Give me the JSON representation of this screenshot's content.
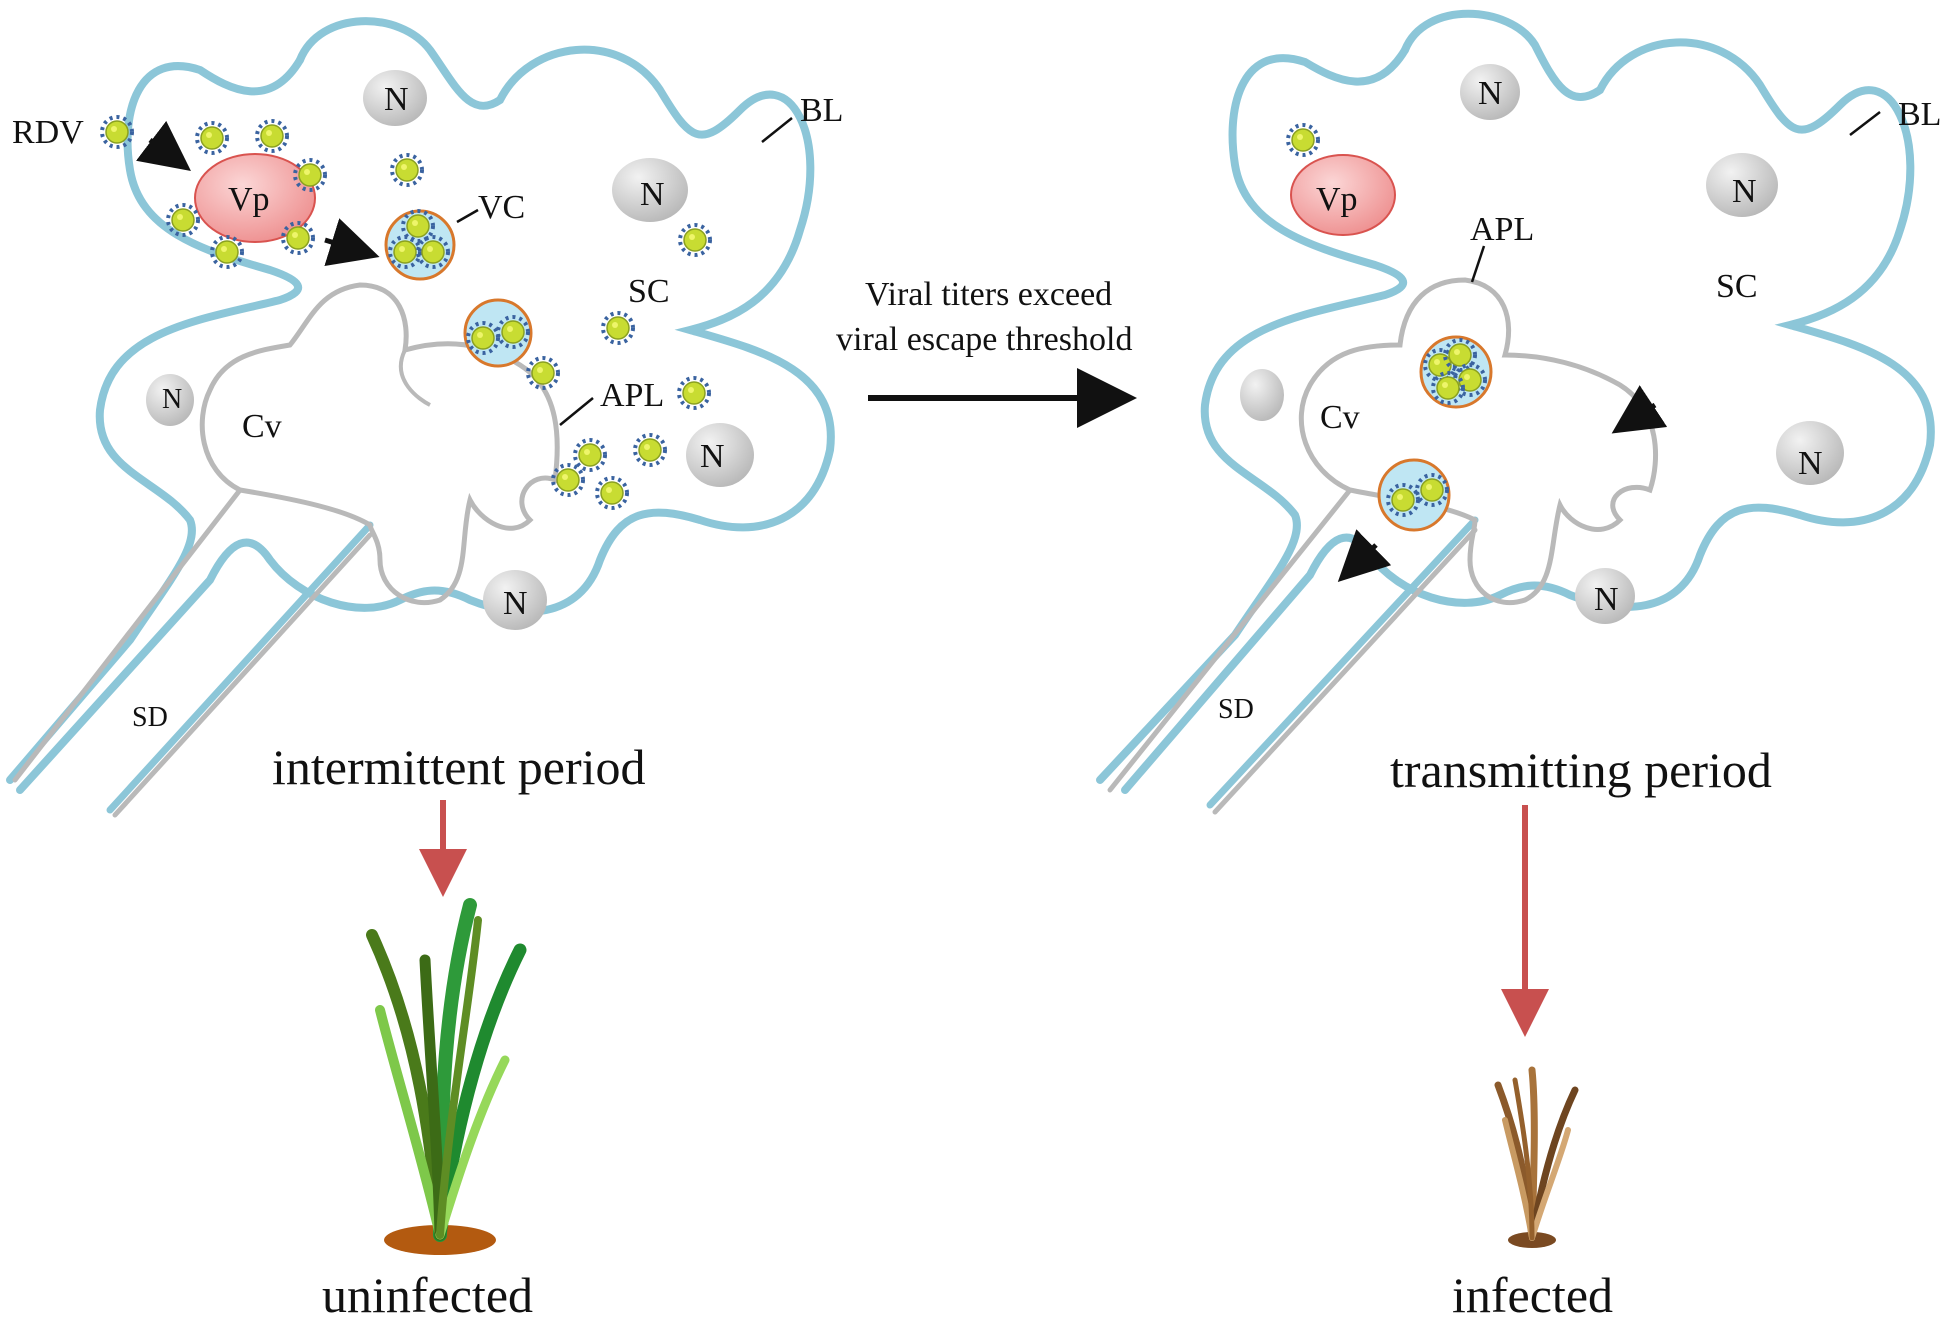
{
  "left_panel": {
    "labels": {
      "rdv": "RDV",
      "vp": "Vp",
      "vc": "VC",
      "bl": "BL",
      "sc": "SC",
      "apl": "APL",
      "cv": "Cv",
      "sd": "SD",
      "n": "N"
    },
    "period_title": "intermittent period",
    "plant_status": "uninfected"
  },
  "right_panel": {
    "labels": {
      "vp": "Vp",
      "bl": "BL",
      "sc": "SC",
      "apl": "APL",
      "cv": "Cv",
      "sd": "SD",
      "n": "N"
    },
    "period_title": "transmitting period",
    "plant_status": "infected"
  },
  "transition": {
    "line1": "Viral titers exceed",
    "line2": "viral escape threshold"
  },
  "colors": {
    "basal_lamina": "#8cc6d8",
    "lumen": "#b9b9b9",
    "vacuole_fill": "#f2a4a4",
    "vacuole_stroke": "#d9534f",
    "vesicle_fill": "#bfe6f3",
    "vesicle_stroke": "#d8782c",
    "virus_core": "#c8dc32",
    "virus_spike": "#3a63a0",
    "nucleus": "#d4d4d4",
    "down_arrow": "#c8504f",
    "healthy_plant": "#2e9a3a",
    "diseased_plant": "#8b5a2b"
  }
}
